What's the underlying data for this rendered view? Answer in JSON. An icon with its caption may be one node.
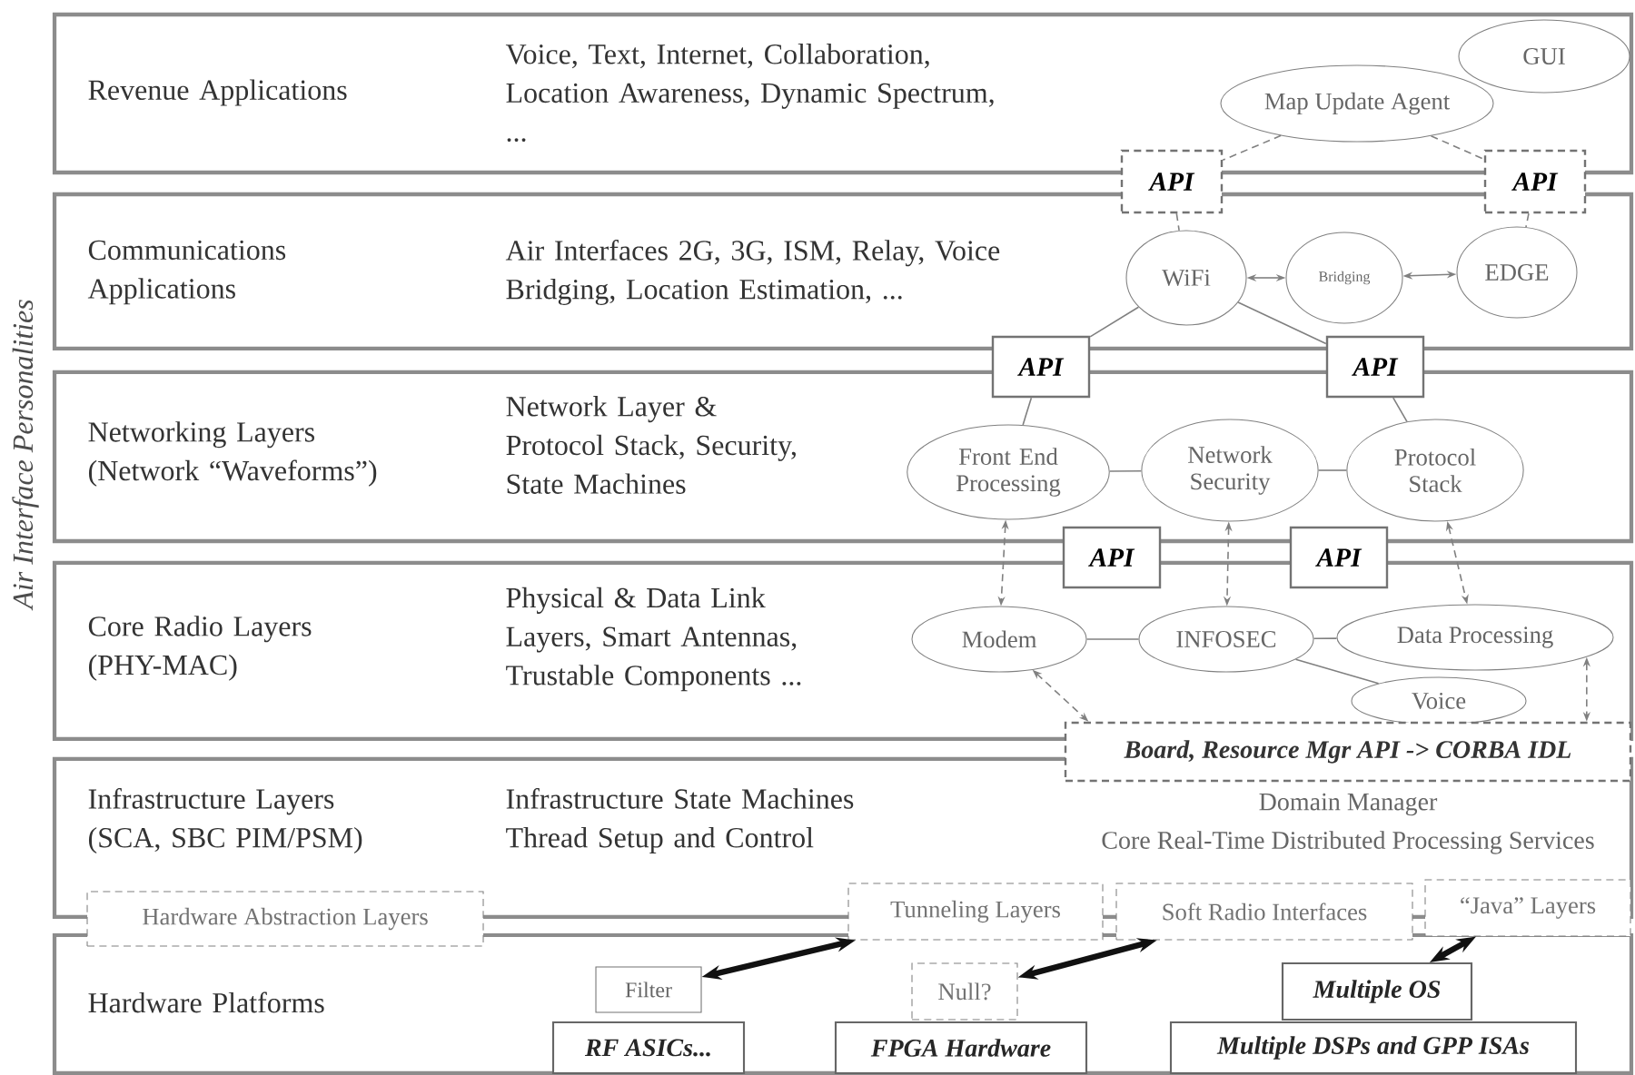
{
  "diagram": {
    "nodes": [
      {
        "text": [
          "Revenue Applications",
          "Voice, Text, Internet, Collaboration, Location Awareness, Dynamic Spectrum, ..."
        ]
      },
      {
        "text": [
          "GUI"
        ],
        "in": 0
      },
      {
        "text": [
          "Map Update Agent"
        ],
        "in": 0
      },
      {
        "text": [
          "API"
        ]
      },
      {
        "text": [
          "API"
        ]
      },
      {
        "text": [
          "Communications Applications",
          "Air Interfaces 2G, 3G, ISM, Relay, Voice Bridging, Location Estimation, ..."
        ]
      },
      {
        "text": [
          "WiFi"
        ],
        "in": 5
      },
      {
        "text": [
          "Bridging"
        ],
        "in": 5
      },
      {
        "text": [
          "EDGE"
        ],
        "in": 5
      },
      {
        "text": [
          "API"
        ]
      },
      {
        "text": [
          "API"
        ]
      },
      {
        "text": [
          "Networking Layers (Network “Waveforms”)",
          "Network Layer & Protocol Stack, Security, State Machines"
        ]
      },
      {
        "text": [
          "Front End Processing"
        ],
        "in": 11
      },
      {
        "text": [
          "Network Security"
        ],
        "in": 11
      },
      {
        "text": [
          "Protocol Stack"
        ],
        "in": 11
      },
      {
        "text": [
          "API"
        ]
      },
      {
        "text": [
          "API"
        ]
      },
      {
        "text": [
          "Core Radio Layers (PHY-MAC)",
          "Physical & Data Link Layers, Smart Antennas, Trustable Components ..."
        ]
      },
      {
        "text": [
          "Modem"
        ],
        "in": 17
      },
      {
        "text": [
          "INFOSEC"
        ],
        "in": 17
      },
      {
        "text": [
          "Data Processing"
        ],
        "in": 17
      },
      {
        "text": [
          "Voice"
        ],
        "in": 17
      },
      {
        "text": [
          "Board, Resource Mgr API -> CORBA IDL"
        ]
      },
      {
        "text": [
          "Infrastructure Layers (SCA, SBC PIM/PSM)",
          "Infrastructure State Machines Thread Setup and Control"
        ]
      },
      {
        "text": [
          "Hardware Abstraction Layers"
        ]
      },
      {
        "text": [
          "Tunneling Layers"
        ]
      },
      {
        "text": [
          "Soft Radio Interfaces"
        ]
      },
      {
        "text": [
          "“Java” Layers"
        ]
      },
      {
        "text": [
          "Hardware Platforms"
        ]
      },
      {
        "text": [
          "Filter"
        ],
        "in": 28
      },
      {
        "text": [
          "RF ASICs..."
        ],
        "in": 28
      },
      {
        "text": [
          "Null?"
        ],
        "in": 28
      },
      {
        "text": [
          "FPGA Hardware"
        ],
        "in": 28
      },
      {
        "text": [
          "Multiple OS"
        ],
        "in": 28
      },
      {
        "text": [
          "Multiple DSPs and GPP ISAs"
        ],
        "in": 28
      }
    ],
    "edges": [
      {
        "from": 2,
        "to": 3,
        "arrow": "none",
        "style": "dashed"
      },
      {
        "from": 2,
        "to": 4,
        "arrow": "none",
        "style": "dashed"
      },
      {
        "from": 3,
        "to": 6,
        "arrow": "none",
        "style": "dashed"
      },
      {
        "from": 4,
        "to": 8,
        "arrow": "none",
        "style": "dashed"
      },
      {
        "from": 6,
        "to": 7,
        "arrow": "both"
      },
      {
        "from": 7,
        "to": 8,
        "arrow": "both"
      },
      {
        "from": 9,
        "to": 6,
        "arrow": "none"
      },
      {
        "from": 6,
        "to": 10,
        "arrow": "none"
      },
      {
        "from": 9,
        "to": 12,
        "arrow": "none"
      },
      {
        "from": 10,
        "to": 14,
        "arrow": "none"
      },
      {
        "from": 12,
        "to": 13,
        "arrow": "none"
      },
      {
        "from": 13,
        "to": 14,
        "arrow": "none"
      },
      {
        "from": 12,
        "to": 18,
        "arrow": "both",
        "style": "dashed"
      },
      {
        "from": 13,
        "to": 19,
        "arrow": "both",
        "style": "dashed"
      },
      {
        "from": 14,
        "to": 20,
        "arrow": "both",
        "style": "dashed"
      },
      {
        "from": 18,
        "to": 19,
        "arrow": "none"
      },
      {
        "from": 19,
        "to": 20,
        "arrow": "none"
      },
      {
        "from": 19,
        "to": 21,
        "arrow": "none"
      },
      {
        "from": 18,
        "to": 22,
        "arrow": "both",
        "style": "dashed"
      },
      {
        "from": 20,
        "to": 22,
        "arrow": "both",
        "style": "dashed"
      },
      {
        "from": 25,
        "to": 29,
        "arrow": "both",
        "style": "thick",
        "color": "#111111"
      },
      {
        "from": 26,
        "to": 31,
        "arrow": "both",
        "style": "thick",
        "color": "#111111"
      },
      {
        "from": 27,
        "to": 33,
        "arrow": "both",
        "style": "thick",
        "color": "#111111"
      }
    ],
    "labels": [
      "Air Interface Personalities",
      "Domain Manager",
      "Core Real-Time Distributed Processing Services"
    ]
  }
}
